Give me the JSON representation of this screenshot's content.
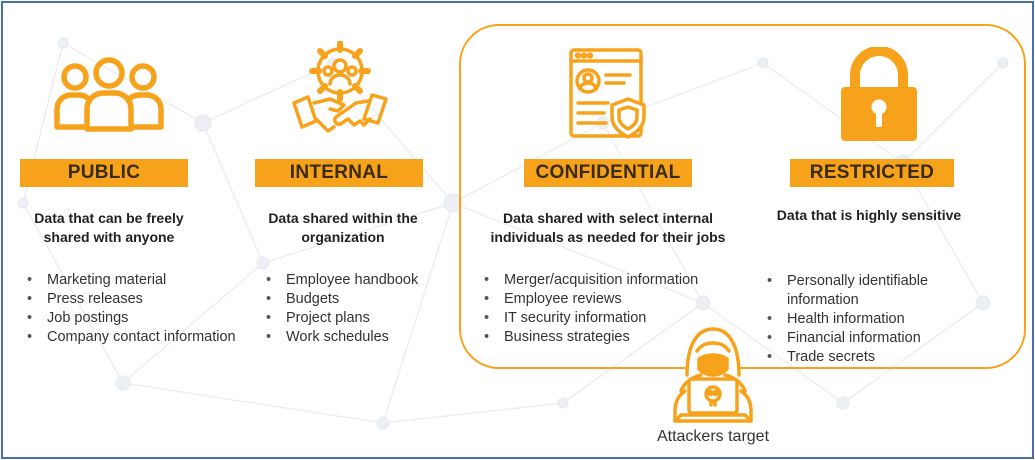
{
  "categories": [
    {
      "label": "PUBLIC",
      "icon": "people-group-icon",
      "description": "Data that can be freely shared with anyone",
      "items": [
        "Marketing material",
        "Press releases",
        "Job postings",
        "Company contact information"
      ]
    },
    {
      "label": "INTERNAL",
      "icon": "handshake-gear-icon",
      "description": "Data shared within the organization",
      "items": [
        "Employee handbook",
        "Budgets",
        "Project plans",
        "Work schedules"
      ]
    },
    {
      "label": "CONFIDENTIAL",
      "icon": "profile-document-shield-icon",
      "description": "Data shared with select internal individuals as needed for their jobs",
      "items": [
        "Merger/acquisition information",
        "Employee reviews",
        "IT security information",
        "Business strategies"
      ]
    },
    {
      "label": "RESTRICTED",
      "icon": "padlock-icon",
      "description": "Data that is highly sensitive",
      "items": [
        "Personally identifiable information",
        "Health information",
        "Financial information",
        "Trade secrets"
      ]
    }
  ],
  "attacker": {
    "icon": "hooded-hacker-icon",
    "caption": "Attackers target"
  },
  "colors": {
    "accent": "#f7a21b",
    "border": "#4a6fa5",
    "text": "#333333"
  }
}
